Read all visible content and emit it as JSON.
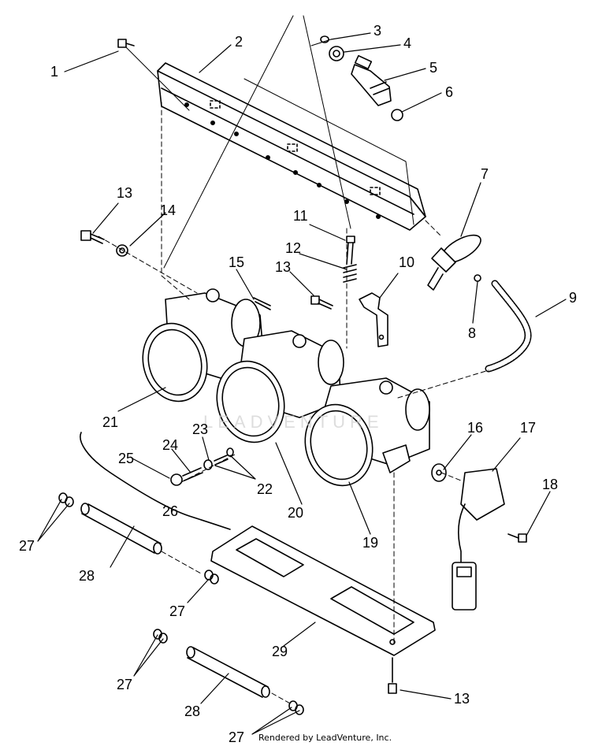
{
  "diagram": {
    "callouts": [
      "1",
      "2",
      "3",
      "4",
      "5",
      "6",
      "7",
      "8",
      "9",
      "10",
      "11",
      "12",
      "13",
      "13",
      "14",
      "15",
      "16",
      "17",
      "18",
      "19",
      "20",
      "21",
      "22",
      "23",
      "24",
      "25",
      "26",
      "27",
      "27",
      "27",
      "28",
      "28",
      "29",
      "13"
    ],
    "footer_callout": "27",
    "credit": "Rendered by LeadVenture, Inc.",
    "watermark": "LEADVENTURE",
    "colors": {
      "line": "#000000",
      "background": "#ffffff",
      "watermark": "#cfcfcf"
    }
  }
}
